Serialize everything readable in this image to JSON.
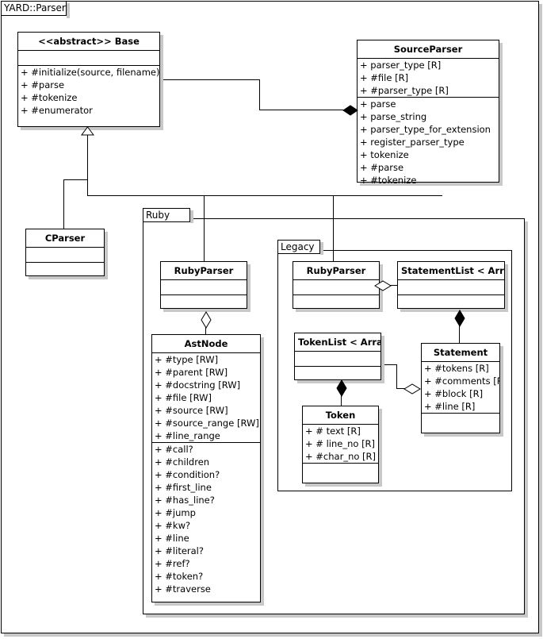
{
  "diagram": {
    "package_title": "YARD::Parser",
    "packages": [
      {
        "name": "Ruby"
      },
      {
        "name": "Legacy"
      }
    ]
  },
  "classes": {
    "base": {
      "name": "<<abstract>> Base",
      "attributes": [],
      "operations": [
        "+ #initialize(source, filename)",
        "+ #parse",
        "+ #tokenize",
        "+ #enumerator"
      ]
    },
    "source_parser": {
      "name": "SourceParser",
      "attributes": [
        "+ parser_type [R]",
        "+ #file [R]",
        "+ #parser_type [R]"
      ],
      "operations": [
        "+ parse",
        "+ parse_string",
        "+ parser_type_for_extension",
        "+ register_parser_type",
        "+ tokenize",
        "+ #parse",
        "+ #tokenize"
      ]
    },
    "cparser": {
      "name": "CParser",
      "attributes": [],
      "operations": []
    },
    "ruby_parser": {
      "name": "RubyParser",
      "attributes": [],
      "operations": []
    },
    "legacy_ruby_parser": {
      "name": "RubyParser",
      "attributes": [],
      "operations": []
    },
    "statement_list": {
      "name": "StatementList < Array",
      "attributes": [],
      "operations": []
    },
    "statement": {
      "name": "Statement",
      "attributes": [
        "+ #tokens [R]",
        "+ #comments [R]",
        "+ #block [R]",
        "+ #line [R]"
      ],
      "operations": []
    },
    "token_list": {
      "name": "TokenList < Array",
      "attributes": [],
      "operations": []
    },
    "token": {
      "name": "Token",
      "attributes": [
        "+ # text [R]",
        "+ # line_no [R]",
        "+ #char_no [R]"
      ],
      "operations": []
    },
    "ast_node": {
      "name": "AstNode",
      "attributes": [
        "+ #type [RW]",
        "+ #parent [RW]",
        "+ #docstring [RW]",
        "+ #file [RW]",
        "+ #source [RW]",
        "+ #source_range [RW]",
        "+ #line_range"
      ],
      "operations": [
        "+ #call?",
        "+ #children",
        "+ #condition?",
        "+ #first_line",
        "+ #has_line?",
        "+ #jump",
        "+ #kw?",
        "+ #line",
        "+ #literal?",
        "+ #ref?",
        "+ #token?",
        "+ #traverse"
      ]
    }
  },
  "relationships": [
    {
      "type": "composition",
      "from": "Base",
      "to": "SourceParser"
    },
    {
      "type": "generalization",
      "from": "CParser",
      "to": "Base"
    },
    {
      "type": "generalization",
      "from": "Ruby::RubyParser",
      "to": "Base"
    },
    {
      "type": "generalization",
      "from": "Legacy::RubyParser",
      "to": "Base"
    },
    {
      "type": "aggregation",
      "from": "Ruby::RubyParser",
      "to": "AstNode"
    },
    {
      "type": "aggregation",
      "from": "Legacy::RubyParser",
      "to": "StatementList < Array"
    },
    {
      "type": "composition",
      "from": "StatementList < Array",
      "to": "Statement"
    },
    {
      "type": "composition",
      "from": "TokenList < Array",
      "to": "Token"
    },
    {
      "type": "aggregation",
      "from": "TokenList < Array",
      "to": "Statement"
    }
  ],
  "colors": {
    "line": "#000000",
    "background": "#ffffff",
    "shadow": "#c8c8c8"
  }
}
